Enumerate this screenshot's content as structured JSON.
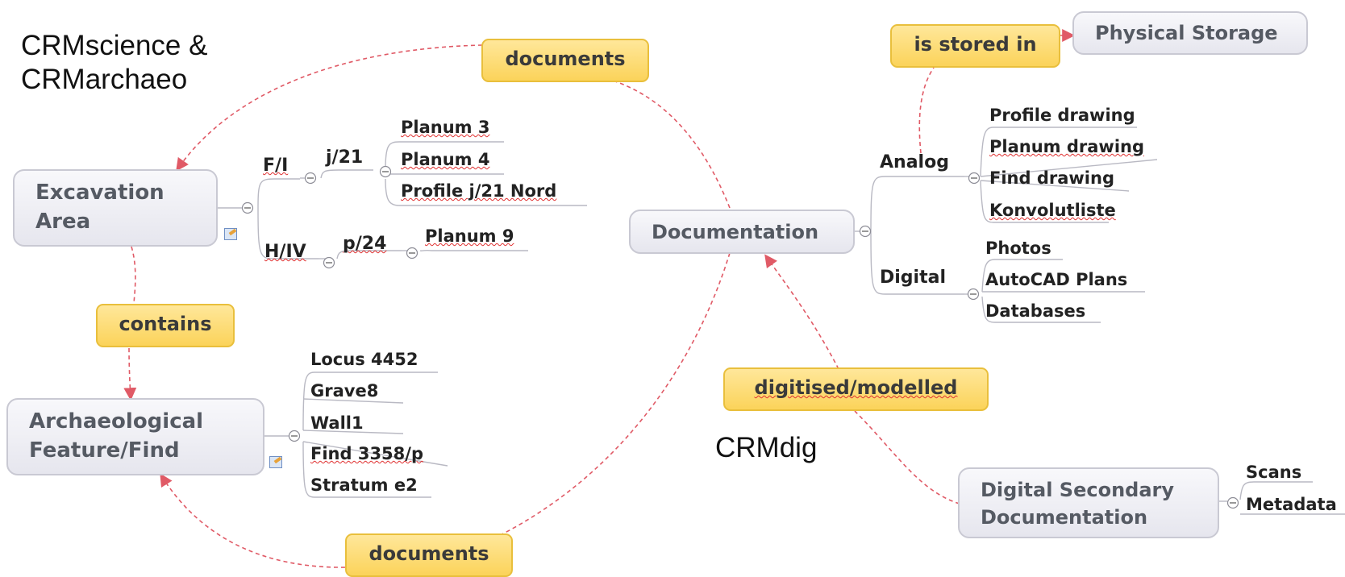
{
  "captions": {
    "crmscience_line1": "CRMscience &",
    "crmscience_line2": "CRMarchaeo",
    "crmdig": "CRMdig"
  },
  "topics": {
    "excavation_area_line1": "Excavation",
    "excavation_area_line2": "Area",
    "archaeological_line1": "Archaeological",
    "archaeological_line2": "Feature/Find",
    "documentation": "Documentation",
    "physical_storage": "Physical Storage",
    "digital_secondary_line1": "Digital Secondary",
    "digital_secondary_line2": "Documentation"
  },
  "relations": {
    "documents_top": "documents",
    "documents_bottom": "documents",
    "contains": "contains",
    "is_stored_in": "is stored in",
    "digitised_modelled": "digitised/modelled"
  },
  "excavation_branches": {
    "fi": "F/I",
    "j21": "j/21",
    "planum3": "Planum 3",
    "planum4": "Planum 4",
    "profile_j21": "Profile j/21 Nord",
    "hiv": "H/IV",
    "p24": "p/24",
    "planum9": "Planum 9"
  },
  "feature_items": [
    "Locus 4452",
    "Grave8",
    "Wall1",
    "Find 3358/p",
    "Stratum e2"
  ],
  "documentation_branches": {
    "analog": "Analog",
    "analog_items": [
      "Profile drawing",
      "Planum drawing",
      "Find drawing",
      "Konvolutliste"
    ],
    "digital": "Digital",
    "digital_items": [
      "Photos",
      "AutoCAD Plans",
      "Databases"
    ]
  },
  "digital_secondary_items": [
    "Scans",
    "Metadata"
  ],
  "colors": {
    "relation_fill": "#fbd35a",
    "relation_border": "#e9bf3c",
    "link_dashed": "#e05a66",
    "topic_border": "#c9c9d3",
    "topic_text": "#555a63",
    "branch_line": "#b9b9c3"
  }
}
